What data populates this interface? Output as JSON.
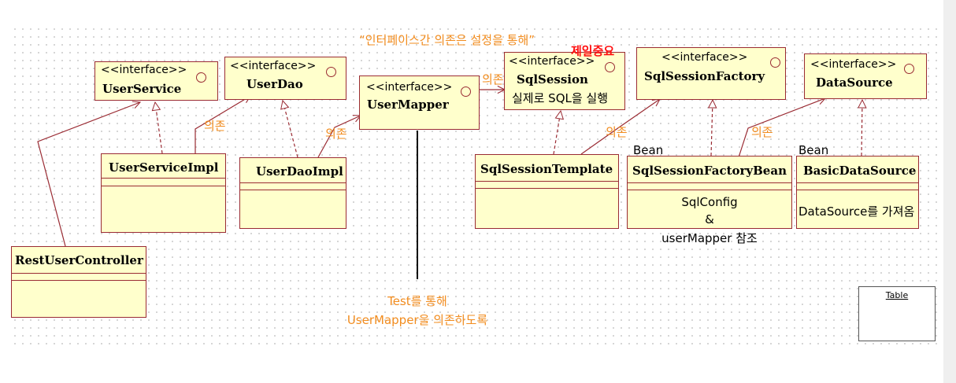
{
  "diagram": {
    "top_note": "“인터페이스간 의존은 설정을 통해”",
    "interfaces": {
      "user_service": {
        "stereotype": "<<interface>>",
        "name": "UserService"
      },
      "user_dao": {
        "stereotype": "<<interface>>",
        "name": "UserDao"
      },
      "user_mapper": {
        "stereotype": "<<interface>>",
        "name": "UserMapper"
      },
      "sql_session": {
        "stereotype": "<<interface>>",
        "name": "SqlSession",
        "description": "실제로 SQL을 실행"
      },
      "sql_session_factory": {
        "stereotype": "<<interface>>",
        "name": "SqlSessionFactory"
      },
      "data_source": {
        "stereotype": "<<interface>>",
        "name": "DataSource"
      }
    },
    "classes": {
      "user_service_impl": {
        "name": "UserServiceImpl"
      },
      "user_dao_impl": {
        "name": "UserDaoImpl"
      },
      "sql_session_template": {
        "name": "SqlSessionTemplate"
      },
      "sql_session_factory_bean": {
        "name": "SqlSessionFactoryBean",
        "body_line1": "SqlConfig",
        "body_line2": "&",
        "body_line3": "userMapper 참조"
      },
      "basic_data_source": {
        "name": "BasicDataSource",
        "body": "DataSource를 가져옴"
      },
      "rest_user_controller": {
        "name": "RestUserController"
      }
    },
    "labels": {
      "depend": "의존",
      "important": "제일중요",
      "bean": "Bean",
      "test_line1": "Test를 통해",
      "test_line2": "UserMapper을 의존하도록"
    },
    "table_element": {
      "label": "Table"
    },
    "colors": {
      "box_fill": "#ffffcc",
      "box_border": "#9a2b33",
      "note_orange": "#f28c1e",
      "important_red": "#ff1010"
    }
  }
}
